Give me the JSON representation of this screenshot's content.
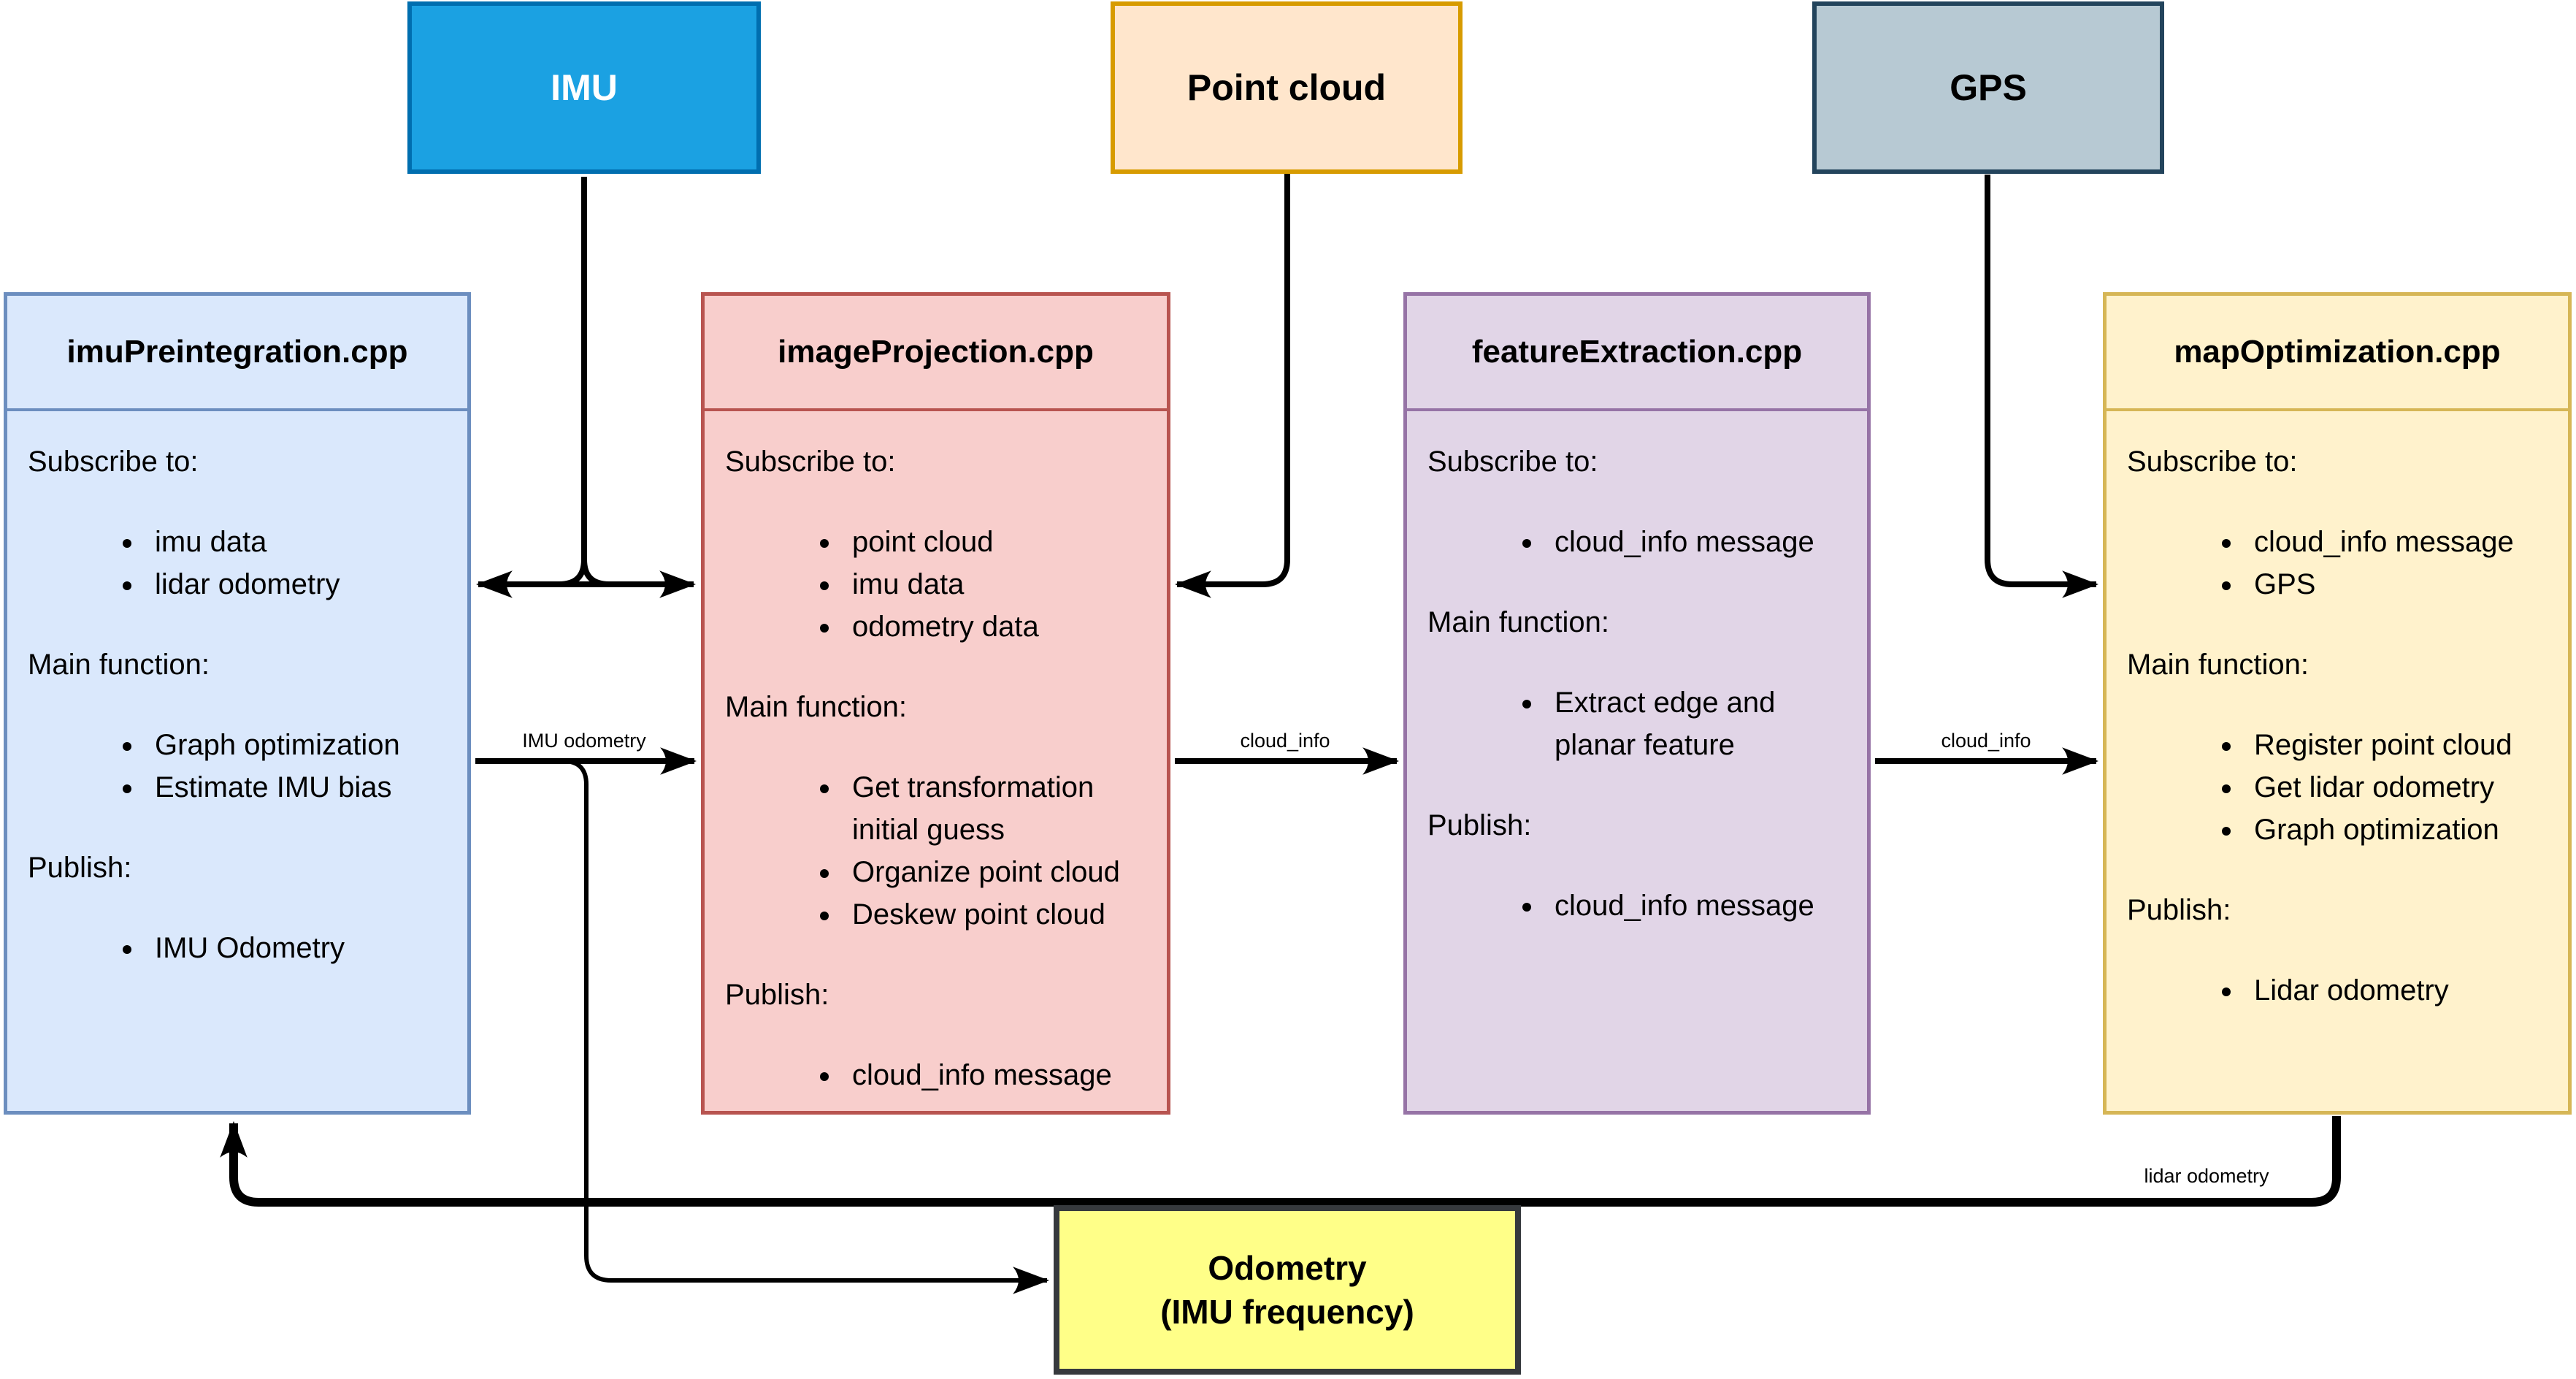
{
  "diagram": {
    "sources": [
      {
        "label": "IMU"
      },
      {
        "label": "Point cloud"
      },
      {
        "label": "GPS"
      }
    ],
    "modules": [
      {
        "title": "imuPreintegration.cpp",
        "sections": [
          {
            "heading": "Subscribe to:",
            "items": [
              "imu data",
              "lidar odometry"
            ]
          },
          {
            "heading": "Main function:",
            "items": [
              "Graph optimization",
              "Estimate IMU bias"
            ]
          },
          {
            "heading": "Publish:",
            "items": [
              "IMU Odometry"
            ]
          }
        ]
      },
      {
        "title": "imageProjection.cpp",
        "sections": [
          {
            "heading": "Subscribe to:",
            "items": [
              "point cloud",
              "imu data",
              "odometry data"
            ]
          },
          {
            "heading": "Main function:",
            "items": [
              "Get transformation initial guess",
              "Organize point cloud",
              "Deskew point cloud"
            ]
          },
          {
            "heading": "Publish:",
            "items": [
              "cloud_info message"
            ]
          }
        ]
      },
      {
        "title": "featureExtraction.cpp",
        "sections": [
          {
            "heading": "Subscribe to:",
            "items": [
              "cloud_info message"
            ]
          },
          {
            "heading": "Main function:",
            "items": [
              "Extract edge and planar feature"
            ]
          },
          {
            "heading": "Publish:",
            "items": [
              "cloud_info message"
            ]
          }
        ]
      },
      {
        "title": "mapOptimization.cpp",
        "sections": [
          {
            "heading": "Subscribe to:",
            "items": [
              "cloud_info message",
              "GPS"
            ]
          },
          {
            "heading": "Main function:",
            "items": [
              "Register point cloud",
              "Get lidar odometry",
              "Graph optimization"
            ]
          },
          {
            "heading": "Publish:",
            "items": [
              "Lidar odometry"
            ]
          }
        ]
      }
    ],
    "output_box": {
      "line1": "Odometry",
      "line2": "(IMU frequency)"
    },
    "edge_labels": {
      "imu_odometry": "IMU odometry",
      "cloud_info_a": "cloud_info",
      "cloud_info_b": "cloud_info",
      "lidar_odometry": "lidar odometry"
    },
    "colors": {
      "imu_fill": "#1BA1E2",
      "imu_stroke": "#006EAF",
      "point_cloud_fill": "#FFE6CC",
      "point_cloud_stroke": "#D79B00",
      "gps_fill": "#B7C9D3",
      "gps_stroke": "#23445C",
      "imu_preintegration_fill": "#DAE8FC",
      "imu_preintegration_stroke": "#6C8EBF",
      "image_projection_fill": "#F8CECC",
      "image_projection_stroke": "#B85450",
      "feature_extraction_fill": "#E1D5E7",
      "feature_extraction_stroke": "#9673A6",
      "map_optimization_fill": "#FFF2CC",
      "map_optimization_stroke": "#D6B656",
      "odometry_fill": "#FFFF88",
      "odometry_stroke": "#36393D",
      "edge_color": "#000000"
    }
  }
}
